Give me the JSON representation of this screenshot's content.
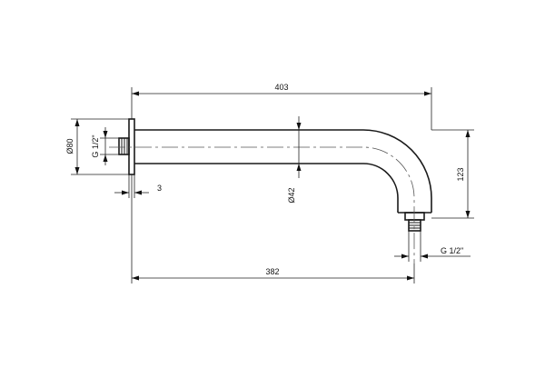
{
  "dimensions": {
    "overall_length": "403",
    "wall_to_outlet_length": "382",
    "drop_height": "123",
    "flange_diameter": "Ø80",
    "pipe_diameter": "Ø42",
    "flange_thickness": "3",
    "wall_connection_thread": "G 1/2\"",
    "outlet_thread": "G 1/2\""
  }
}
